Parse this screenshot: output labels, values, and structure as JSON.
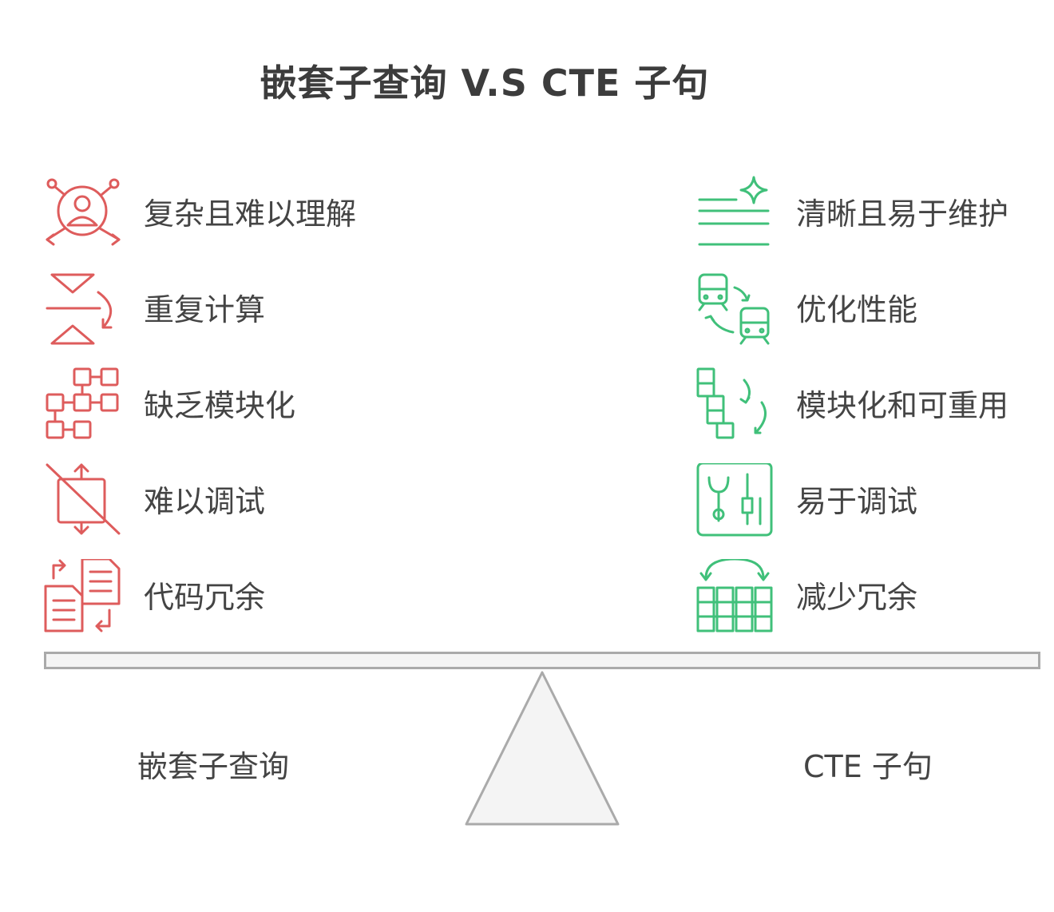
{
  "title": "嵌套子查询 V.S  CTE 子句",
  "colors": {
    "negative": "#de5c5c",
    "positive": "#40c07a",
    "beam": "#aaaaaa",
    "text": "#444444"
  },
  "left": {
    "name": "嵌套子查询",
    "items": [
      {
        "icon": "person-arrows-icon",
        "label": "复杂且难以理解"
      },
      {
        "icon": "repeat-triangles-icon",
        "label": "重复计算"
      },
      {
        "icon": "blocks-grid-icon",
        "label": "缺乏模块化"
      },
      {
        "icon": "debug-crossed-icon",
        "label": "难以调试"
      },
      {
        "icon": "duplicate-docs-icon",
        "label": "代码冗余"
      }
    ]
  },
  "right": {
    "name": "CTE 子句",
    "items": [
      {
        "icon": "clean-lines-sparkle-icon",
        "label": "清晰且易于维护"
      },
      {
        "icon": "trains-cycle-icon",
        "label": "优化性能"
      },
      {
        "icon": "reusable-blocks-icon",
        "label": "模块化和可重用"
      },
      {
        "icon": "tools-panel-icon",
        "label": "易于调试"
      },
      {
        "icon": "columns-reduce-icon",
        "label": "减少冗余"
      }
    ]
  }
}
